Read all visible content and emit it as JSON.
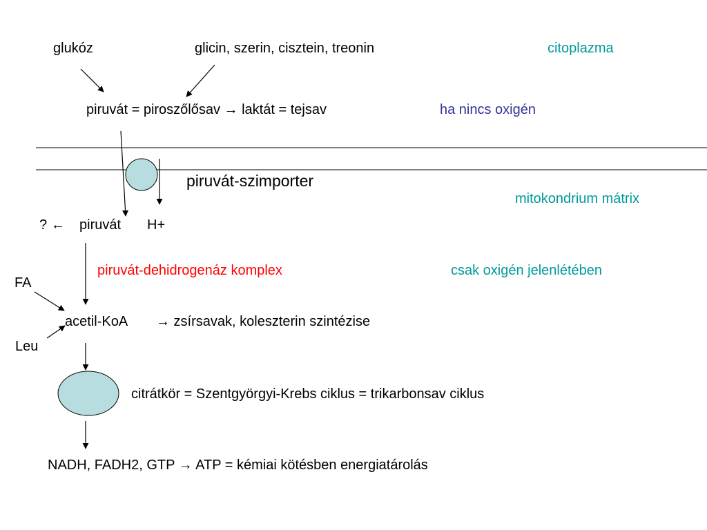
{
  "colors": {
    "text": "#000000",
    "cyan": "#00999a",
    "blue": "#333399",
    "red": "#ff0000",
    "circle_fill": "#b8dde1",
    "line": "#000000"
  },
  "labels": {
    "glukoz": "glukóz",
    "aminosavak": "glicin, szerin, cisztein, treonin",
    "citoplazma": "citoplazma",
    "piruvat_laktat": "piruvát = piroszőlősav → laktát = tejsav",
    "ha_nincs_oxigen": "ha nincs oxigén",
    "szimporter": "piruvát-szimporter",
    "mitokondrium_matrix": "mitokondrium mátrix",
    "kerdojel": "?",
    "bal_nyil": "←",
    "piruvat": "piruvát",
    "h_plus": "H+",
    "pdh_komplex": "piruvát-dehidrogenáz komplex",
    "csak_oxigen": "csak oxigén jelenlétében",
    "fa": "FA",
    "acetil_koa": "acetil-KoA",
    "zsirsavak": "→ zsírsavak, koleszterin szintézise",
    "leu": "Leu",
    "citratkor": "citrátkör = Szentgyörgyi-Krebs ciklus = trikarbonsav ciklus",
    "nadh": "NADH, FADH2, GTP → ATP = kémiai kötésben energiatárolás"
  }
}
